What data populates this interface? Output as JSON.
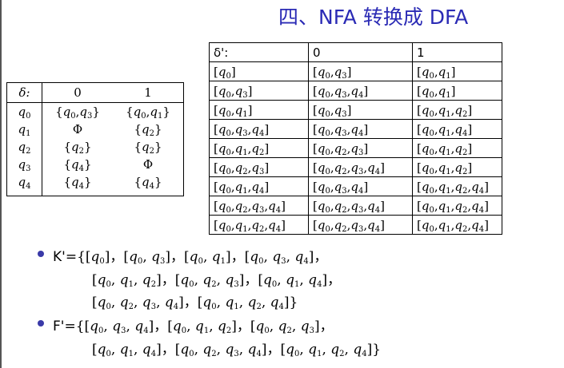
{
  "title": "四、NFA 转换成 DFA",
  "nfa_table": {
    "header": [
      "δ:",
      "0",
      "1"
    ],
    "rows": [
      [
        "q0",
        "{q0,q3}",
        "{q0,q1}"
      ],
      [
        "q1",
        "Φ",
        "{q2}"
      ],
      [
        "q2",
        "{q2}",
        "{q2}"
      ],
      [
        "q3",
        "{q4}",
        "Φ"
      ],
      [
        "q4",
        "{q4}",
        "{q4}"
      ]
    ]
  },
  "dfa_table": {
    "header": [
      "δ':",
      "0",
      "1"
    ],
    "rows": [
      [
        "[q0]",
        "[q0,q3]",
        "[q0,q1]"
      ],
      [
        "[q0,q3]",
        "[q0,q3,q4]",
        "[q0,q1]"
      ],
      [
        "[q0,q1]",
        "[q0,q3]",
        "[q0,q1,q2]"
      ],
      [
        "[q0,q3,q4]",
        "[q0,q3,q4]",
        "[q0,q1,q4]"
      ],
      [
        "[q0,q1,q2]",
        "[q0,q2,q3]",
        "[q0,q1,q2]"
      ],
      [
        "[q0,q2,q3]",
        "[q0,q2,q3,q4]",
        "[q0,q1,q2]"
      ],
      [
        "[q0,q1,q4]",
        "[q0,q3,q4]",
        "[q0,q1,q2,q4]"
      ],
      [
        "[q0,q2,q3,q4]",
        "[q0,q2,q3,q4]",
        "[q0,q1,q2,q4]"
      ],
      [
        "[q0,q1,q2,q4]",
        "[q0,q2,q3,q4]",
        "[q0,q1,q2,q4]"
      ]
    ]
  },
  "k_prime": {
    "label": "K'=",
    "lines": [
      "{[q0]，[q0, q3]，[q0, q1]，[q0, q3, q4]，",
      "[q0, q1, q2]，[q0, q2, q3]，[q0, q1, q4]，",
      "[q0, q2, q3, q4]，[q0, q1, q2, q4]}"
    ]
  },
  "f_prime": {
    "label": "F'=",
    "lines": [
      "{[q0, q3, q4]，[q0, q1, q2]，[q0, q2, q3]，",
      "[q0, q1, q4]，[q0, q2, q3, q4]，[q0, q1, q2, q4]}"
    ]
  },
  "colors": {
    "title": "#2b2bb5",
    "bullet": "#3a3aa8"
  }
}
